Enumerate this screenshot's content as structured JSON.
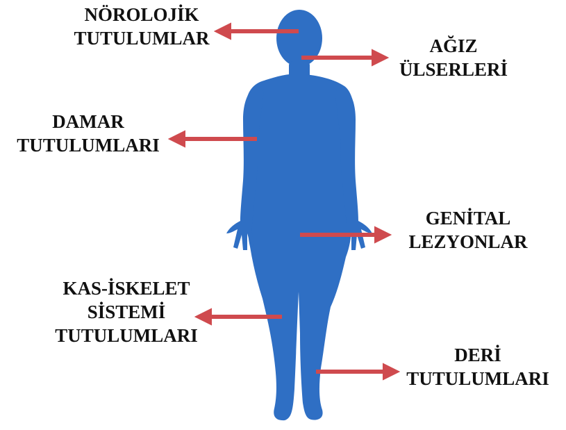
{
  "colors": {
    "body_fill": "#2f6fc4",
    "arrow": "#cf4a4e",
    "text": "#111111",
    "background": "#ffffff"
  },
  "labels": {
    "neuro": {
      "line1": "NÖROLOJİK",
      "line2": "TUTULUMLAR"
    },
    "mouth": {
      "line1": "AĞIZ",
      "line2": "ÜLSERLERİ"
    },
    "vascular": {
      "line1": "DAMAR",
      "line2": "TUTULUMLARI"
    },
    "genital": {
      "line1": "GENİTAL",
      "line2": "LEZYONLAR"
    },
    "musculo": {
      "line1": "KAS-İSKELET",
      "line2": "SİSTEMİ",
      "line3": "TUTULUMLARI"
    },
    "skin": {
      "line1": "DERİ",
      "line2": "TUTULUMLARI"
    }
  }
}
